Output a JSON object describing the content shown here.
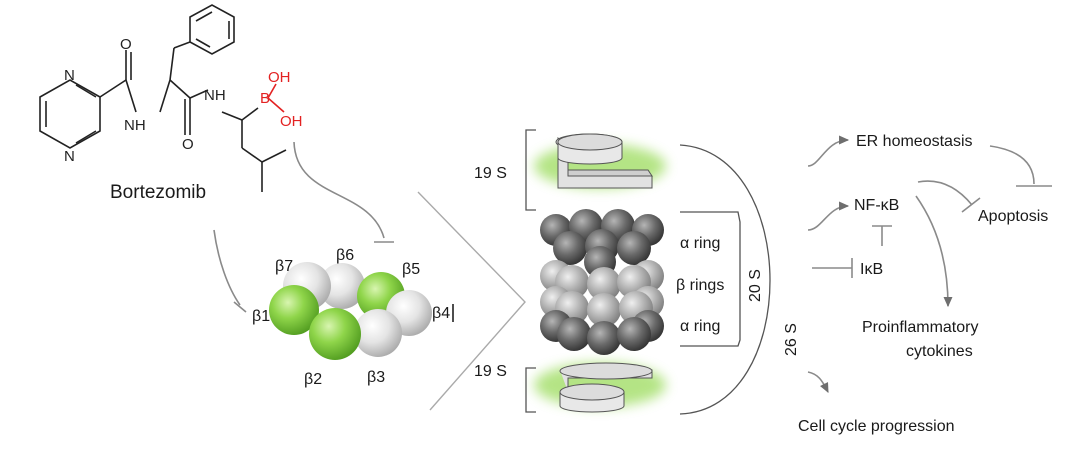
{
  "molecule": {
    "name": "Bortezomib",
    "atoms": {
      "N": "N",
      "NH": "NH",
      "O": "O",
      "B": "B",
      "OH": "OH"
    }
  },
  "beta_subunits": [
    "β1",
    "β2",
    "β3",
    "β4",
    "β5",
    "β6",
    "β7"
  ],
  "proteasome": {
    "cap_label": "19 S",
    "core_label": "20 S",
    "complex_label": "26 S",
    "rings": [
      "α ring",
      "β rings",
      "α ring"
    ]
  },
  "effects": {
    "er": "ER homeostasis",
    "nfkb": "NF-κB",
    "ikb": "IκB",
    "apoptosis": "Apoptosis",
    "cytokines_line1": "Proinflammatory",
    "cytokines_line2": "cytokines",
    "cell_cycle": "Cell cycle progression"
  },
  "colors": {
    "green": "#7ccb3a",
    "white_sphere": "#e6e6e6",
    "dark_sphere": "#5a5a5a",
    "mid_sphere": "#9a9a9a",
    "boronic_acid": "#e32222"
  }
}
